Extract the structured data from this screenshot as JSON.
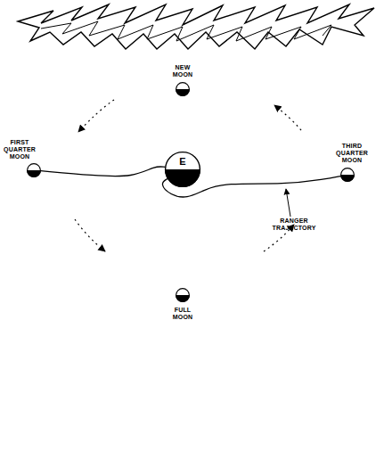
{
  "diagram": {
    "nodes": [
      {
        "text": [
          "NEW MOON"
        ]
      },
      {
        "text": [
          "FIRST QUARTER MOON"
        ]
      },
      {
        "text": [
          "E"
        ]
      },
      {
        "text": [
          "THIRD QUARTER MOON"
        ]
      },
      {
        "text": [
          "FULL MOON"
        ]
      }
    ],
    "edges": [
      {
        "from": 1,
        "to": 2,
        "arrow": "none"
      },
      {
        "from": 2,
        "to": 3,
        "arrow": "none"
      }
    ],
    "labels": [
      "RANGER TRAJECTORY"
    ]
  }
}
